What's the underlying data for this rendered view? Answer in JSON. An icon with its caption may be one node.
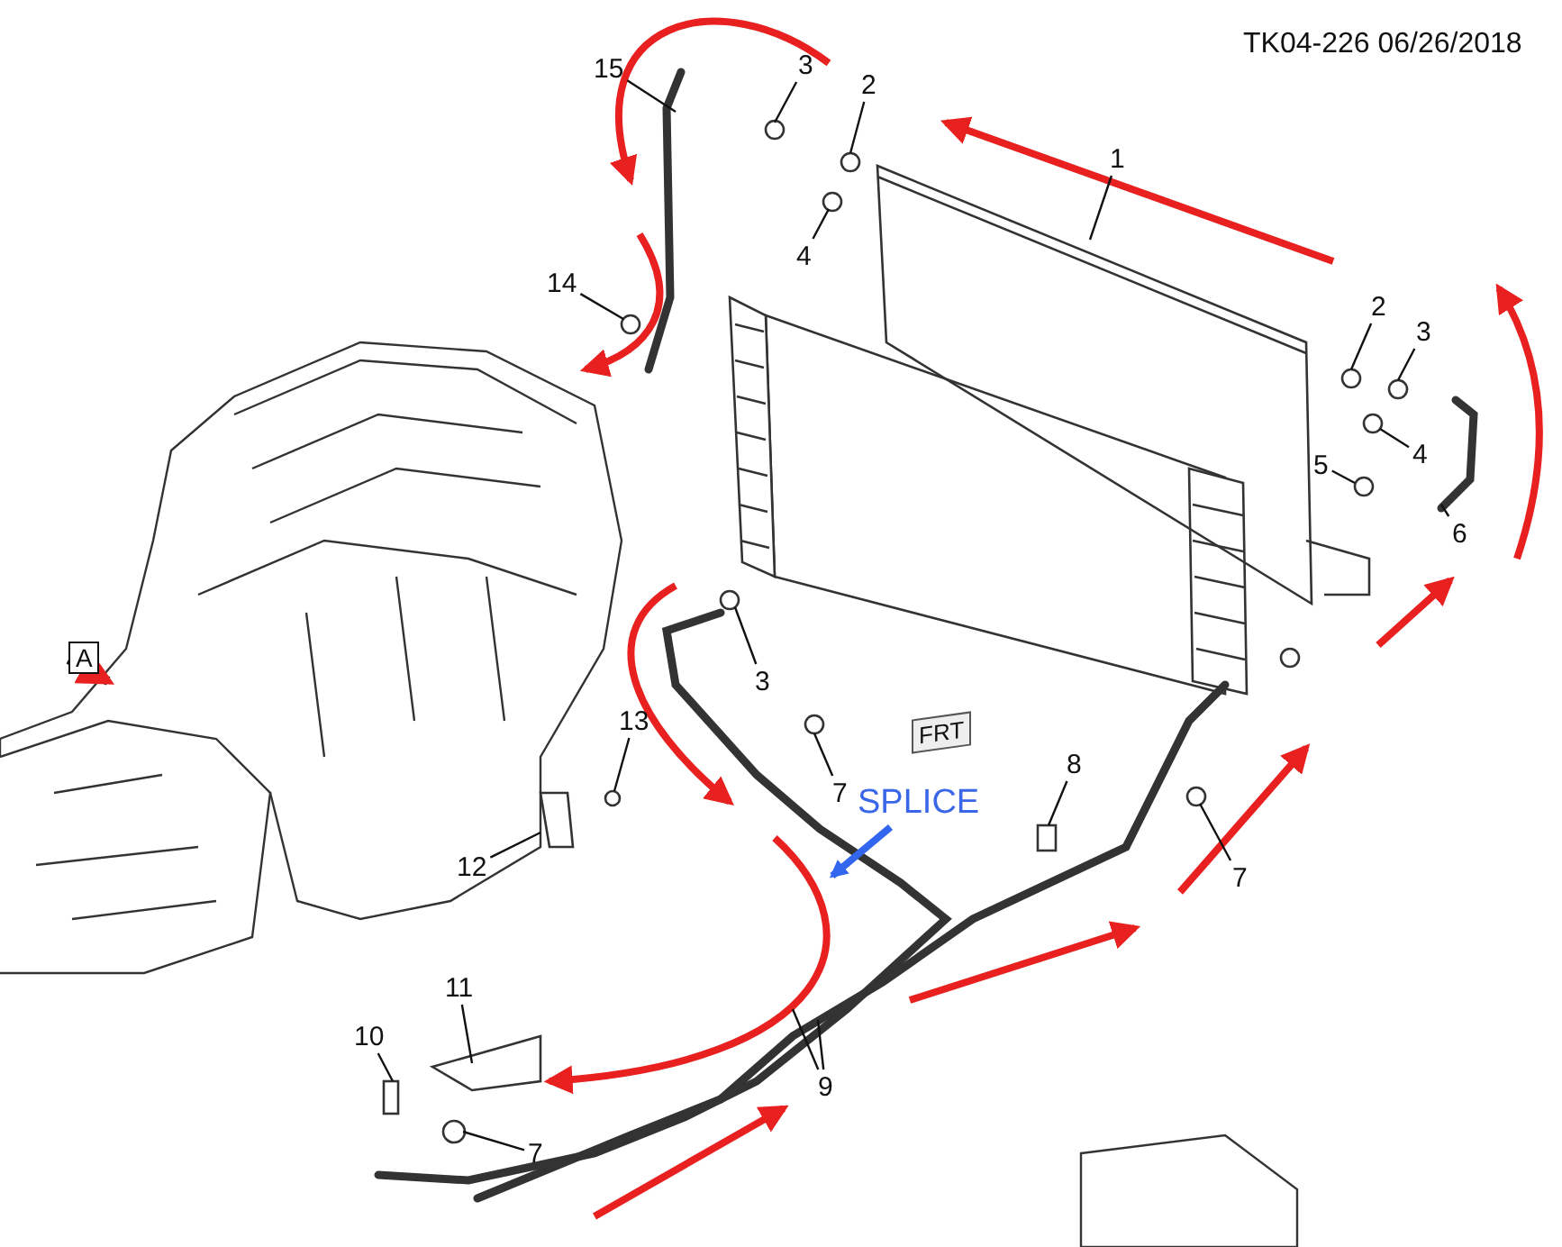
{
  "diagram": {
    "nodes": [
      {
        "text": [
          "15"
        ]
      },
      {
        "text": [
          "3"
        ]
      },
      {
        "text": [
          "2"
        ]
      },
      {
        "text": [
          "1"
        ]
      },
      {
        "text": [
          "4"
        ]
      },
      {
        "text": [
          "14"
        ]
      },
      {
        "text": [
          "2"
        ]
      },
      {
        "text": [
          "3"
        ]
      },
      {
        "text": [
          "4"
        ]
      },
      {
        "text": [
          "5"
        ]
      },
      {
        "text": [
          "6"
        ]
      },
      {
        "text": [
          "3"
        ]
      },
      {
        "text": [
          "13"
        ]
      },
      {
        "text": [
          "7"
        ]
      },
      {
        "text": [
          "SPLICE"
        ]
      },
      {
        "text": [
          "8"
        ]
      },
      {
        "text": [
          "12"
        ]
      },
      {
        "text": [
          "7"
        ]
      },
      {
        "text": [
          "11"
        ]
      },
      {
        "text": [
          "10"
        ]
      },
      {
        "text": [
          "9"
        ]
      },
      {
        "text": [
          "7"
        ]
      }
    ],
    "edges": [
      {
        "from": 0,
        "to": null,
        "arrow": "none"
      },
      {
        "from": 1,
        "to": null,
        "arrow": "none"
      },
      {
        "from": 2,
        "to": null,
        "arrow": "none"
      },
      {
        "from": 3,
        "to": null,
        "arrow": "none"
      },
      {
        "from": 4,
        "to": null,
        "arrow": "none"
      },
      {
        "from": 5,
        "to": null,
        "arrow": "none"
      },
      {
        "from": 6,
        "to": null,
        "arrow": "none"
      },
      {
        "from": 7,
        "to": null,
        "arrow": "none"
      },
      {
        "from": 8,
        "to": null,
        "arrow": "none"
      },
      {
        "from": 9,
        "to": null,
        "arrow": "none"
      },
      {
        "from": 10,
        "to": null,
        "arrow": "none"
      },
      {
        "from": 11,
        "to": null,
        "arrow": "none"
      },
      {
        "from": 12,
        "to": null,
        "arrow": "none"
      },
      {
        "from": 13,
        "to": null,
        "arrow": "none"
      },
      {
        "from": 14,
        "to": null,
        "arrow": "to",
        "style": "thick",
        "color": "#3366ee"
      },
      {
        "from": 15,
        "to": null,
        "arrow": "none"
      },
      {
        "from": 16,
        "to": null,
        "arrow": "none"
      },
      {
        "from": 17,
        "to": null,
        "arrow": "none"
      },
      {
        "from": 18,
        "to": null,
        "arrow": "none"
      },
      {
        "from": 19,
        "to": null,
        "arrow": "none"
      },
      {
        "from": 20,
        "to": null,
        "arrow": "none"
      },
      {
        "from": 20,
        "to": null,
        "arrow": "none"
      },
      {
        "from": 21,
        "to": null,
        "arrow": "none"
      }
    ],
    "labels": [
      "TK04-226 06/26/2018",
      "A",
      "FRT"
    ]
  }
}
